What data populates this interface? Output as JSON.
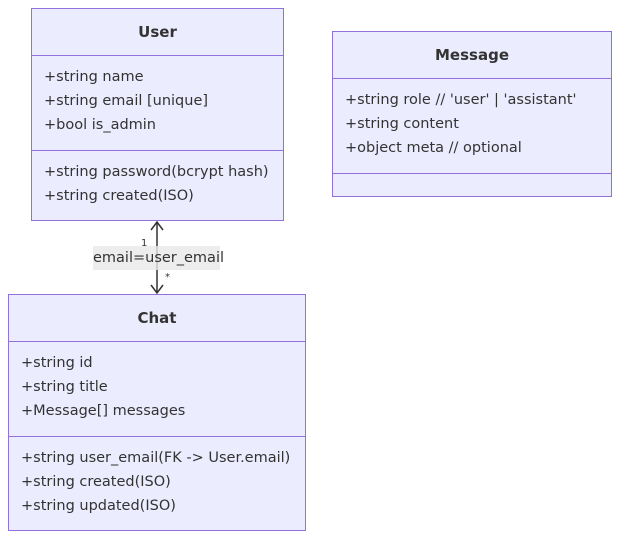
{
  "classes": {
    "user": {
      "name": "User",
      "attributes": [
        "+string name",
        "+string email [unique]",
        "+bool is_admin"
      ],
      "methods": [
        "+string password(bcrypt hash)",
        "+string created(ISO)"
      ]
    },
    "message": {
      "name": "Message",
      "attributes": [
        "+string role // 'user' | 'assistant'",
        "+string content",
        "+object meta // optional"
      ],
      "methods": []
    },
    "chat": {
      "name": "Chat",
      "attributes": [
        "+string id",
        "+string title",
        "+Message[] messages"
      ],
      "methods": [
        "+string user_email(FK -> User.email)",
        "+string created(ISO)",
        "+string updated(ISO)"
      ]
    }
  },
  "relation": {
    "label": "email=user_email",
    "from_cardinality": "1",
    "to_cardinality": "*"
  },
  "colors": {
    "box_fill": "#ececff",
    "box_border": "#9370db",
    "line": "#333333",
    "label_bg": "#e8e8e8"
  }
}
